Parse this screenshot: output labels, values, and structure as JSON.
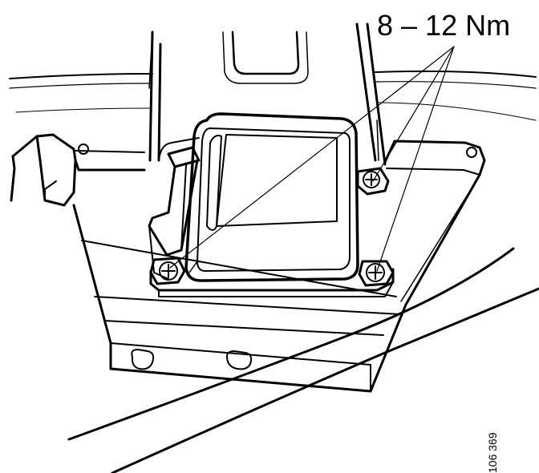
{
  "callout": {
    "torque_label": "8 – 12 Nm"
  },
  "figure": {
    "reference_number": "106 369"
  },
  "parts": {
    "bolts": [
      "bolt-top-right",
      "bolt-bottom-left",
      "bolt-bottom-right"
    ],
    "module": "control-module",
    "bracket": "mounting-bracket"
  },
  "colors": {
    "line": "#000000",
    "background": "#ffffff"
  }
}
